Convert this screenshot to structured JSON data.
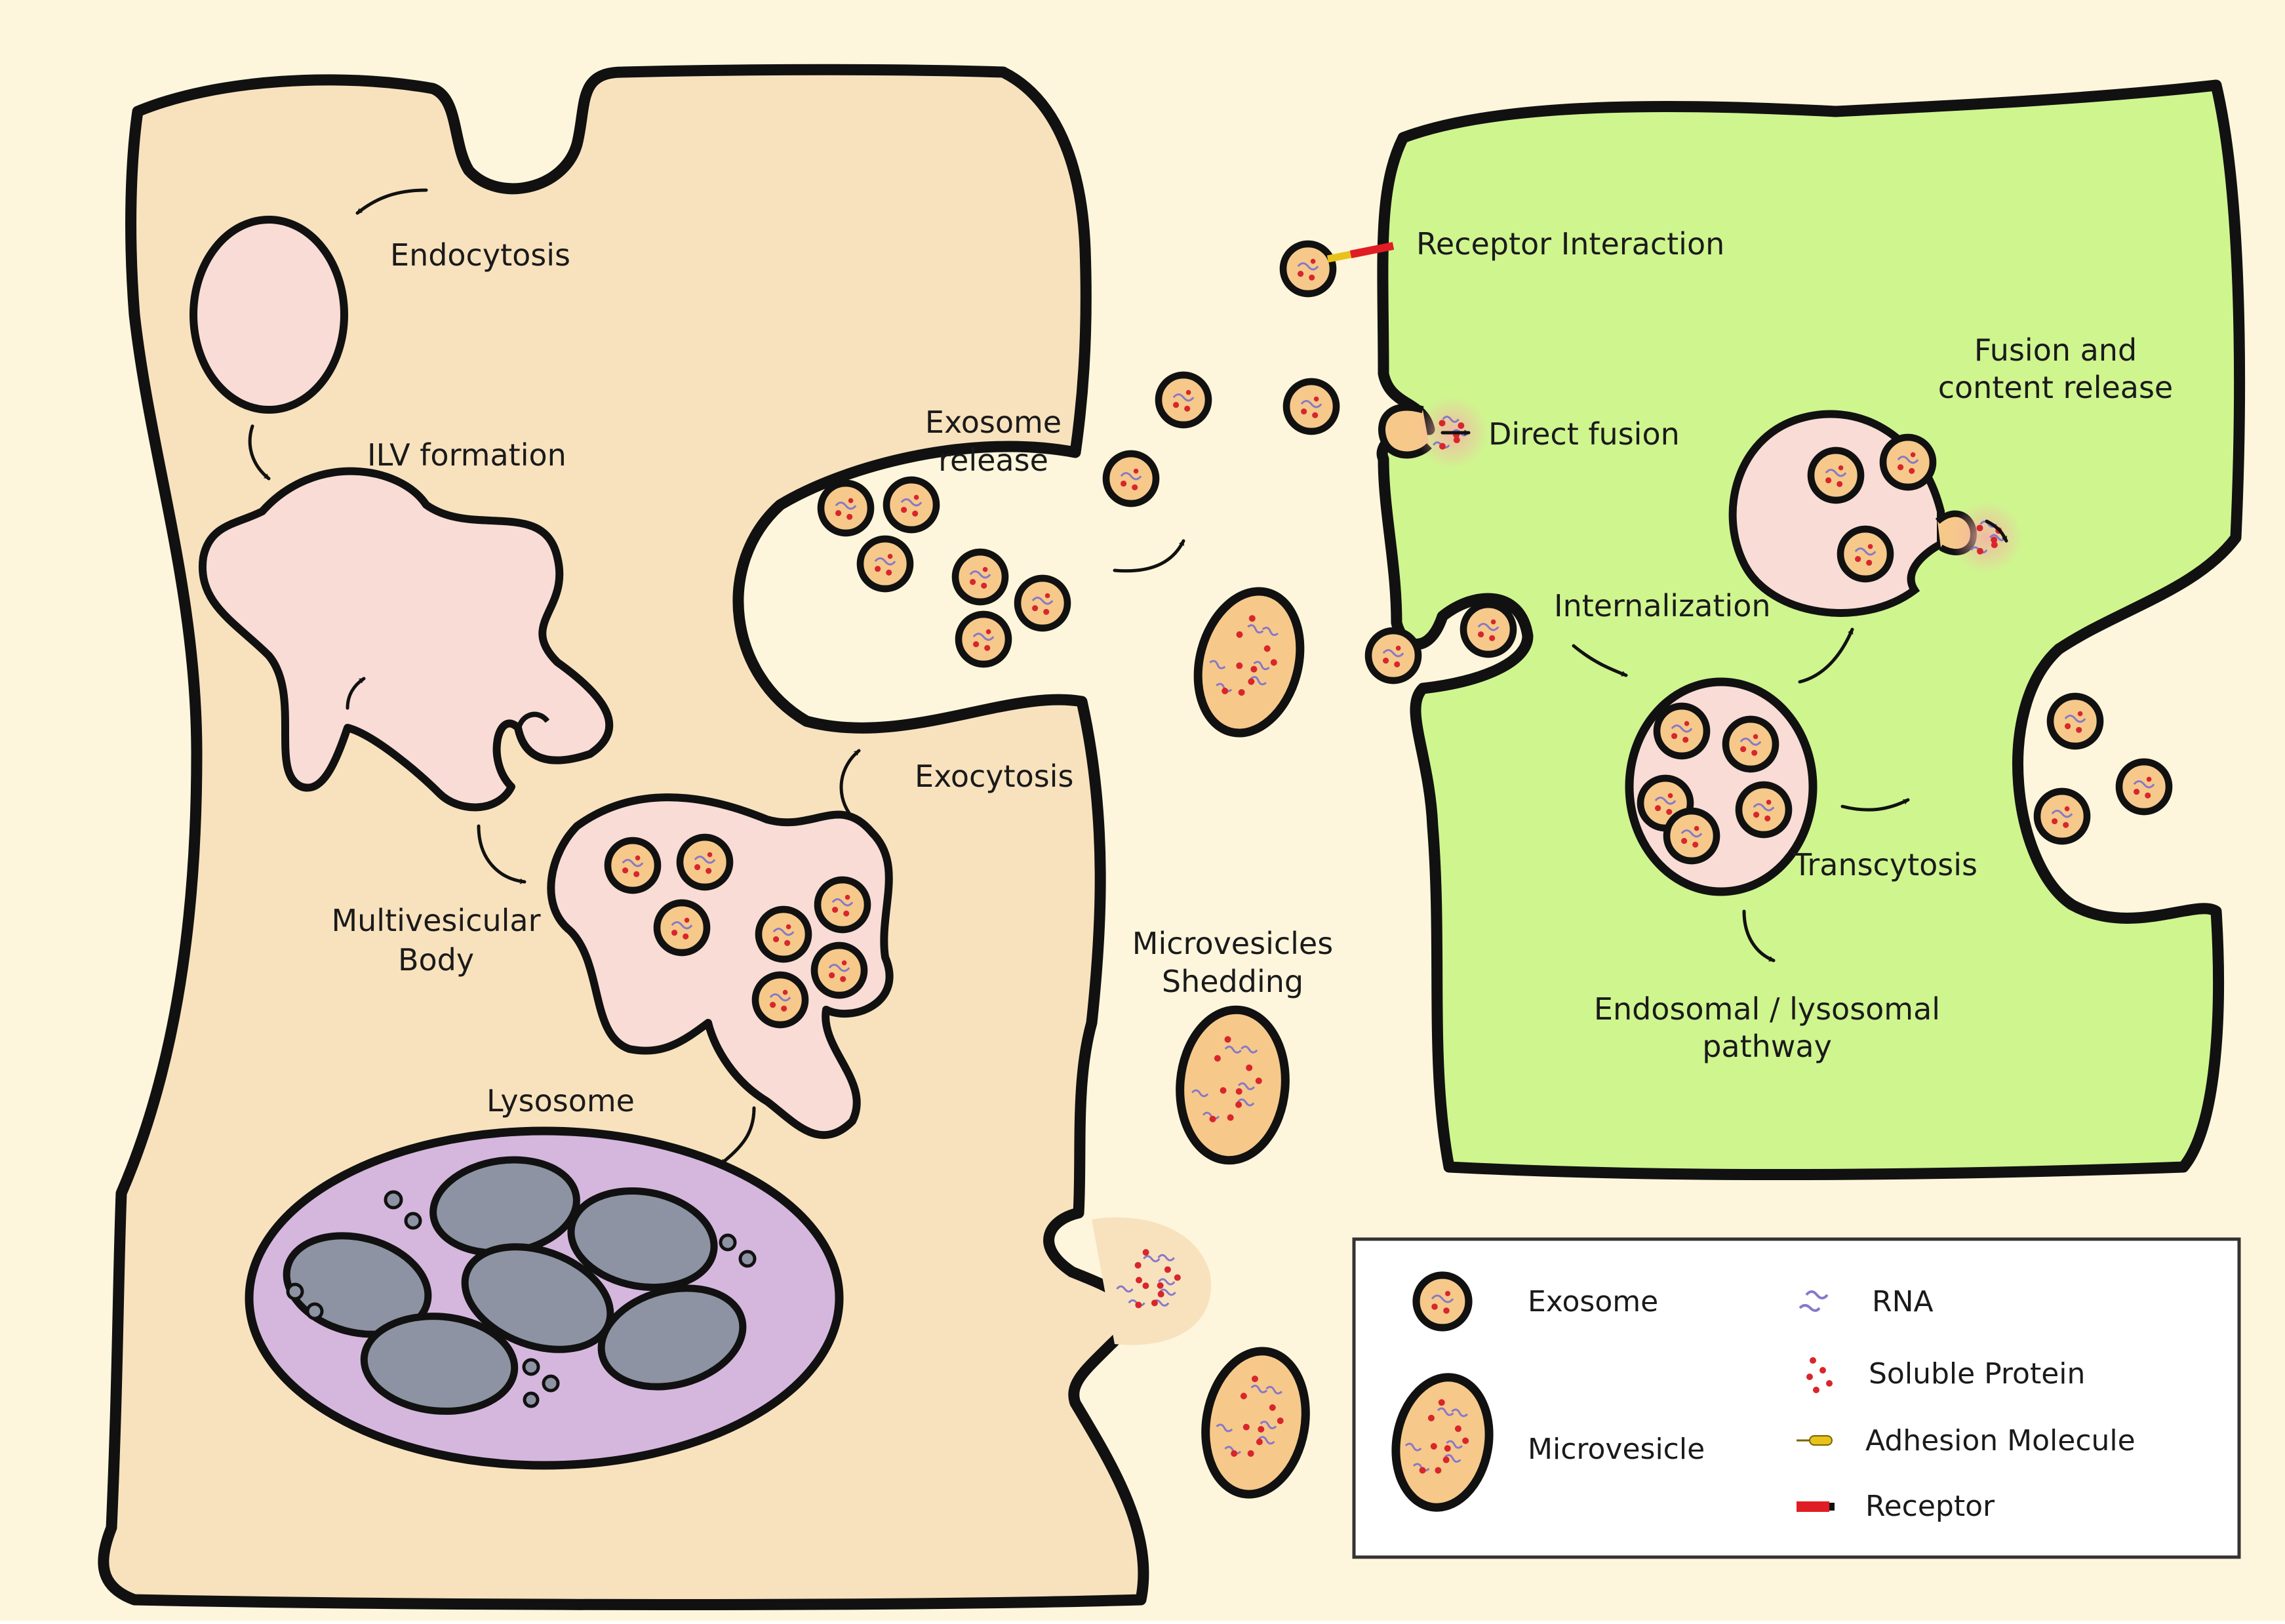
{
  "colors": {
    "background": "#fdf6dc",
    "donor_cell": "#f8e2bd",
    "recipient_cell": "#cff58f",
    "endosome": "#f9dcd6",
    "lysosome": "#d5b7de",
    "lysosome_granule": "#8d93a3",
    "vesicle": "#f6c98a",
    "rna": "#8878c8",
    "protein": "#d8262c",
    "adhesion_molecule": "#e8c21a",
    "receptor": "#e01c24",
    "outline": "#111111"
  },
  "labels": {
    "endocytosis": "Endocytosis",
    "ilv_formation": "ILV formation",
    "multivesicular_body": [
      "Multivesicular",
      "Body"
    ],
    "lysosome": "Lysosome",
    "exocytosis": "Exocytosis",
    "exosome_release": [
      "Exosome",
      "release"
    ],
    "microvesicles_shedding": [
      "Microvesicles",
      "Shedding"
    ],
    "receptor_interaction": "Receptor Interaction",
    "direct_fusion": "Direct fusion",
    "fusion_content_release": [
      "Fusion and",
      "content release"
    ],
    "internalization": "Internalization",
    "transcytosis": "Transcytosis",
    "endosomal_lysosomal": [
      "Endosomal / lysosomal",
      "pathway"
    ]
  },
  "legend": {
    "exosome": "Exosome",
    "microvesicle": "Microvesicle",
    "rna": "RNA",
    "soluble_protein": "Soluble Protein",
    "adhesion_molecule": "Adhesion Molecule",
    "receptor": "Receptor"
  }
}
